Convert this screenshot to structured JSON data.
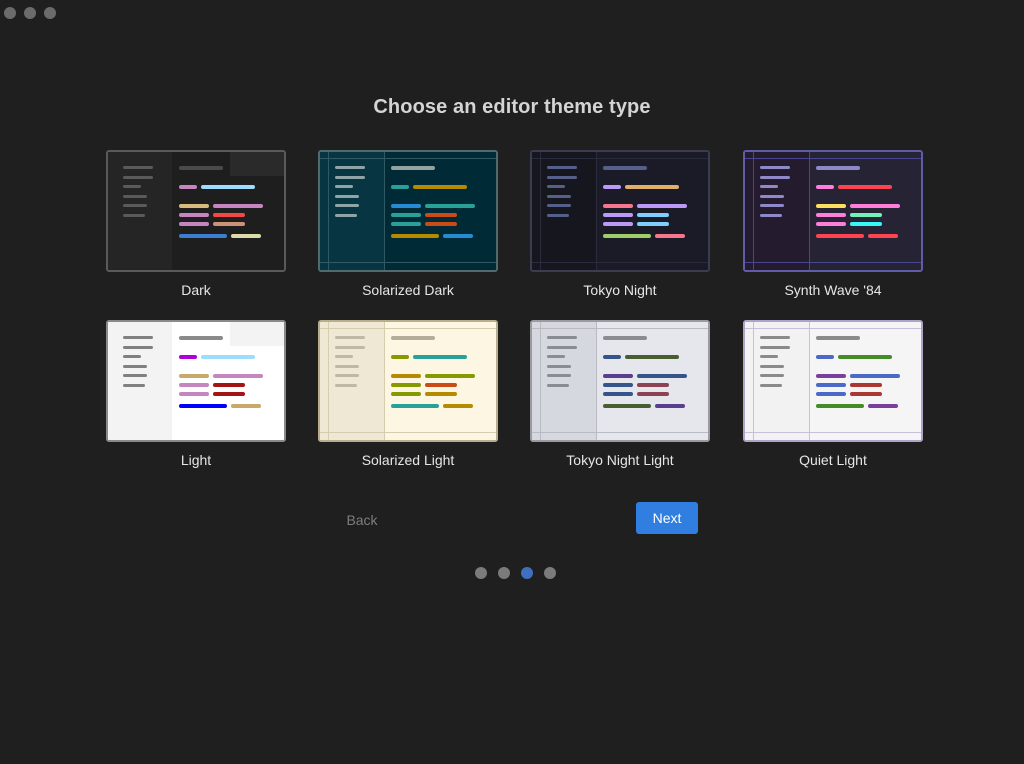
{
  "window": {
    "controls": [
      "close-control",
      "minimize-control",
      "zoom-control"
    ]
  },
  "title": "Choose an editor theme type",
  "themes": [
    {
      "name": "Dark",
      "colors": {
        "bg": "#1e1e1e",
        "side": "#252526",
        "main": "#1e1e1e",
        "border": "#5a5a5a",
        "sideBar": "#5a5a5a",
        "header": "#4a4a4a",
        "topStrip": "#2a2a2a"
      },
      "bars": [
        [
          "#c586c0",
          "#9cdcfe"
        ],
        [
          "#d7ba7d",
          "#c586c0"
        ],
        [
          "#c586c0",
          "#f44747"
        ],
        [
          "#c586c0",
          "#ce9178"
        ],
        [
          "#3b7ed1",
          "#dcdcaa"
        ]
      ]
    },
    {
      "name": "Solarized Dark",
      "colors": {
        "bg": "#002b36",
        "side": "#073642",
        "main": "#002b36",
        "border": "#4f6b6f",
        "sideBar": "#8fa4a6",
        "header": "#93a1a1",
        "divider": "#2f5a63"
      },
      "bars": [
        [
          "#2aa198",
          "#b58900"
        ],
        [
          "#268bd2",
          "#2aa198"
        ],
        [
          "#2aa198",
          "#cb4b16"
        ],
        [
          "#2aa198",
          "#cb4b16"
        ],
        [
          "#b58900",
          "#268bd2"
        ]
      ]
    },
    {
      "name": "Tokyo Night",
      "colors": {
        "bg": "#1a1b26",
        "side": "#16161e",
        "main": "#1a1b26",
        "border": "#3a3d52",
        "sideBar": "#565f89",
        "header": "#565f89",
        "divider": "#2a2c3e"
      },
      "bars": [
        [
          "#bb9af7",
          "#e0af68"
        ],
        [
          "#f7768e",
          "#bb9af7"
        ],
        [
          "#bb9af7",
          "#7dcfff"
        ],
        [
          "#bb9af7",
          "#7dcfff"
        ],
        [
          "#9ece6a",
          "#f7768e"
        ]
      ]
    },
    {
      "name": "Synth Wave '84",
      "colors": {
        "bg": "#262335",
        "side": "#241b2f",
        "main": "#262335",
        "border": "#5f5da8",
        "sideBar": "#8f89c7",
        "header": "#8f89c7",
        "divider": "#4a4590"
      },
      "bars": [
        [
          "#ff7edb",
          "#fe4450"
        ],
        [
          "#fede5d",
          "#ff7edb"
        ],
        [
          "#ff7edb",
          "#72f1b8"
        ],
        [
          "#ff7edb",
          "#36f9f6"
        ],
        [
          "#fe4450",
          "#fe4450"
        ]
      ]
    },
    {
      "name": "Light",
      "colors": {
        "bg": "#ffffff",
        "side": "#f3f3f3",
        "main": "#ffffff",
        "border": "#8a8a8a",
        "sideBar": "#808080",
        "header": "#8a8a8a",
        "topStrip": "#f3f3f3"
      },
      "bars": [
        [
          "#af00db",
          "#9cdcfe"
        ],
        [
          "#c9a86a",
          "#c586c0"
        ],
        [
          "#c586c0",
          "#a31515"
        ],
        [
          "#c586c0",
          "#a31515"
        ],
        [
          "#0000ff",
          "#c9a86a"
        ]
      ]
    },
    {
      "name": "Solarized Light",
      "colors": {
        "bg": "#fdf6e3",
        "side": "#eee8d5",
        "main": "#fdf6e3",
        "border": "#b8ae8e",
        "sideBar": "#bfb8a4",
        "header": "#b5ad98",
        "divider": "#d6ccae"
      },
      "bars": [
        [
          "#859900",
          "#2aa198"
        ],
        [
          "#b58900",
          "#859900"
        ],
        [
          "#859900",
          "#cb4b16"
        ],
        [
          "#859900",
          "#b58900"
        ],
        [
          "#2aa198",
          "#b58900"
        ]
      ]
    },
    {
      "name": "Tokyo Night Light",
      "colors": {
        "bg": "#e6e7ed",
        "side": "#d6d8df",
        "main": "#e6e7ed",
        "border": "#9a9aa0",
        "sideBar": "#8a8c93",
        "header": "#8a8c93",
        "divider": "#b9bac2"
      },
      "bars": [
        [
          "#34548a",
          "#485e30"
        ],
        [
          "#5a3e8e",
          "#34548a"
        ],
        [
          "#34548a",
          "#8c4351"
        ],
        [
          "#34548a",
          "#8c4351"
        ],
        [
          "#485e30",
          "#5a3e8e"
        ]
      ]
    },
    {
      "name": "Quiet Light",
      "colors": {
        "bg": "#f5f5f5",
        "side": "#f2f2f2",
        "main": "#f5f5f5",
        "border": "#b0a3c8",
        "sideBar": "#8a8a8a",
        "header": "#8a8a8a",
        "divider": "#c9bfd9"
      },
      "bars": [
        [
          "#4b69c6",
          "#448c27"
        ],
        [
          "#7a3e9d",
          "#4b69c6"
        ],
        [
          "#4b69c6",
          "#aa3731"
        ],
        [
          "#4b69c6",
          "#aa3731"
        ],
        [
          "#448c27",
          "#7a3e9d"
        ]
      ]
    }
  ],
  "nav": {
    "back_label": "Back",
    "next_label": "Next"
  },
  "pagination": {
    "total": 4,
    "active": 2
  }
}
